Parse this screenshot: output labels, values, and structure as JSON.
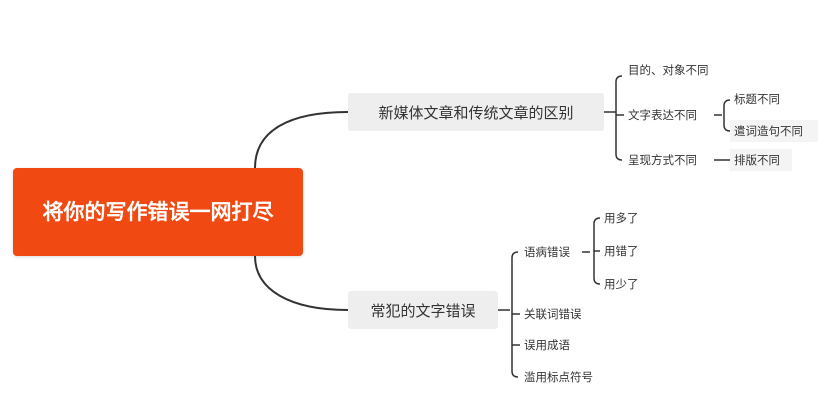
{
  "root": {
    "title": "将你的写作错误一网打尽"
  },
  "branches": [
    {
      "label": "新媒体文章和传统文章的区别",
      "children": [
        {
          "label": "目的、对象不同",
          "children": []
        },
        {
          "label": "文字表达不同",
          "children": [
            {
              "label": "标题不同"
            },
            {
              "label": "遣词造句不同"
            }
          ]
        },
        {
          "label": "呈现方式不同",
          "children": [
            {
              "label": "排版不同"
            }
          ]
        }
      ]
    },
    {
      "label": "常犯的文字错误",
      "children": [
        {
          "label": "语病错误",
          "children": [
            {
              "label": "用多了"
            },
            {
              "label": "用错了"
            },
            {
              "label": "用少了"
            }
          ]
        },
        {
          "label": "关联词错误",
          "children": []
        },
        {
          "label": "误用成语",
          "children": []
        },
        {
          "label": "滥用标点符号",
          "children": []
        }
      ]
    }
  ],
  "colors": {
    "root_fill": "#f04a12",
    "branch_fill": "#eeeeee",
    "connector": "#333333"
  }
}
